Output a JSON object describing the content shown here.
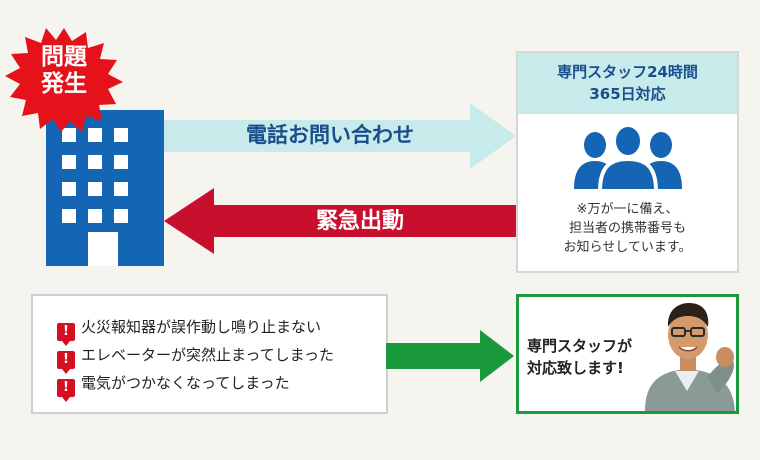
{
  "badge": {
    "line1": "問題",
    "line2": "発生"
  },
  "arrow_call": {
    "label": "電話お問い合わせ"
  },
  "arrow_dispatch": {
    "label": "緊急出動"
  },
  "support": {
    "header_line1": "専門スタッフ24時間",
    "header_line2": "365日対応",
    "note_line1": "※万が一に備え、",
    "note_line2": "担当者の携帯番号も",
    "note_line3": "お知らせしています。"
  },
  "problems": [
    {
      "icon": "!",
      "text": "火災報知器が誤作動し鳴り止まない"
    },
    {
      "icon": "!",
      "text": "エレベーターが突然止まってしまった"
    },
    {
      "icon": "!",
      "text": "電気がつかなくなってしまった"
    }
  ],
  "staff": {
    "line1": "専門スタッフが",
    "line2": "対応致します!"
  },
  "colors": {
    "building": "#1565b5",
    "call_arrow": "#c7ebeb",
    "dispatch_arrow": "#c8102e",
    "green": "#1a9a3c",
    "badge": "#e5121b"
  }
}
